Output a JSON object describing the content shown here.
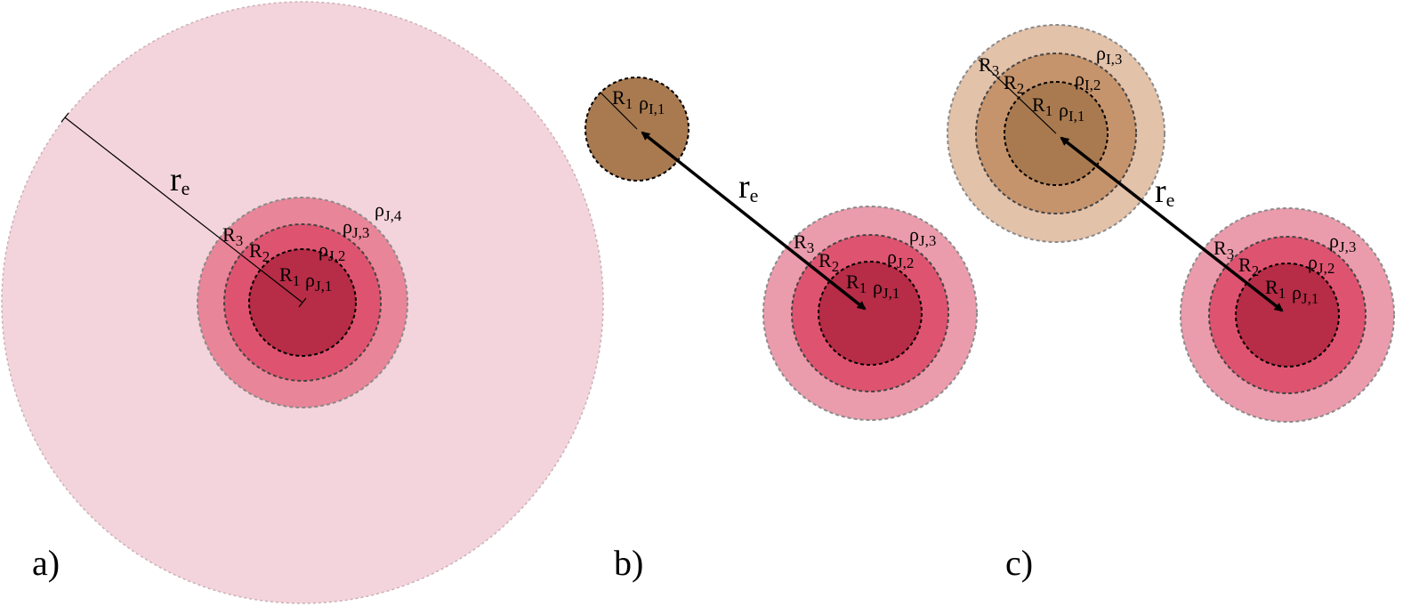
{
  "colors": {
    "matrix_outer": "#f4d4dc",
    "j_shell1": "#b72c46",
    "j_shell2": "#de5470",
    "j_shell3_a": "#e98598",
    "j_shell3_bc": "#eb9cac",
    "i_shell1": "#a97a50",
    "i_shell2": "#c6946c",
    "i_shell3": "#e3c2aa",
    "dashed_gray": "#8a8a8a",
    "dashed_black": "#000000"
  },
  "panels": {
    "a": {
      "label": "a)",
      "re": {
        "main": "r",
        "sub": "e"
      },
      "R1": {
        "main": "R",
        "sub": "1"
      },
      "R2": {
        "main": "R",
        "sub": "2"
      },
      "R3": {
        "main": "R",
        "sub": "3"
      },
      "rho1": {
        "main": "ρ",
        "sub": "J,1"
      },
      "rho2": {
        "main": "ρ",
        "sub": "J,2"
      },
      "rho3": {
        "main": "ρ",
        "sub": "J,3"
      },
      "rho4": {
        "main": "ρ",
        "sub": "J,4"
      }
    },
    "b": {
      "label": "b)",
      "re": {
        "main": "r",
        "sub": "e"
      },
      "iR1": {
        "main": "R",
        "sub": "1"
      },
      "irho1": {
        "main": "ρ",
        "sub": "I,1"
      },
      "R1": {
        "main": "R",
        "sub": "1"
      },
      "R2": {
        "main": "R",
        "sub": "2"
      },
      "R3": {
        "main": "R",
        "sub": "3"
      },
      "rho1": {
        "main": "ρ",
        "sub": "J,1"
      },
      "rho2": {
        "main": "ρ",
        "sub": "J,2"
      },
      "rho3": {
        "main": "ρ",
        "sub": "J,3"
      }
    },
    "c": {
      "label": "c)",
      "re": {
        "main": "r",
        "sub": "e"
      },
      "iR1": {
        "main": "R",
        "sub": "1"
      },
      "iR2": {
        "main": "R",
        "sub": "2"
      },
      "iR3": {
        "main": "R",
        "sub": "3"
      },
      "irho1": {
        "main": "ρ",
        "sub": "I,1"
      },
      "irho2": {
        "main": "ρ",
        "sub": "I,2"
      },
      "irho3": {
        "main": "ρ",
        "sub": "I,3"
      },
      "R1": {
        "main": "R",
        "sub": "1"
      },
      "R2": {
        "main": "R",
        "sub": "2"
      },
      "R3": {
        "main": "R",
        "sub": "3"
      },
      "rho1": {
        "main": "ρ",
        "sub": "J,1"
      },
      "rho2": {
        "main": "ρ",
        "sub": "J,2"
      },
      "rho3": {
        "main": "ρ",
        "sub": "J,3"
      }
    }
  }
}
